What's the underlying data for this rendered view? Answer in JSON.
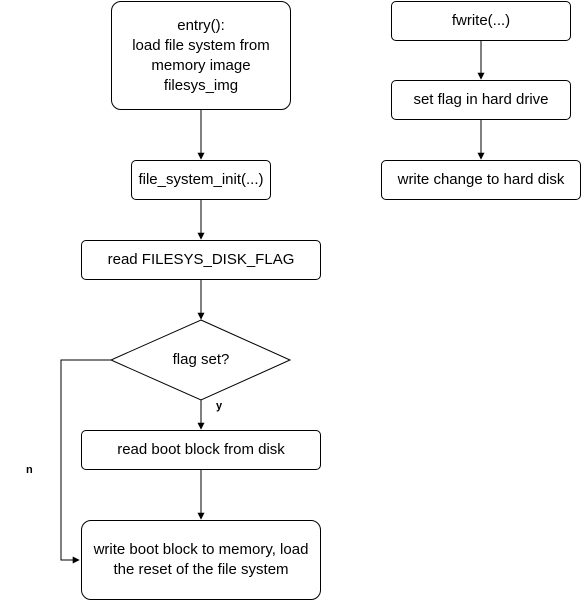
{
  "nodes": {
    "entry": {
      "lines": [
        "entry():",
        "load file system from",
        "memory image",
        "filesys_img"
      ]
    },
    "file_system_init": {
      "label": "file_system_init(...)"
    },
    "read_flag": {
      "label": "read FILESYS_DISK_FLAG"
    },
    "decision": {
      "label": "flag set?"
    },
    "read_boot_block": {
      "label": "read boot block from disk"
    },
    "write_boot_block": {
      "lines": [
        "write boot block to memory, load",
        "the reset of the file system"
      ]
    },
    "fwrite": {
      "label": "fwrite(...)"
    },
    "set_flag": {
      "label": "set flag in hard drive"
    },
    "write_change": {
      "label": "write change to hard disk"
    }
  },
  "edges": {
    "yes_label": "y",
    "no_label": "n"
  }
}
